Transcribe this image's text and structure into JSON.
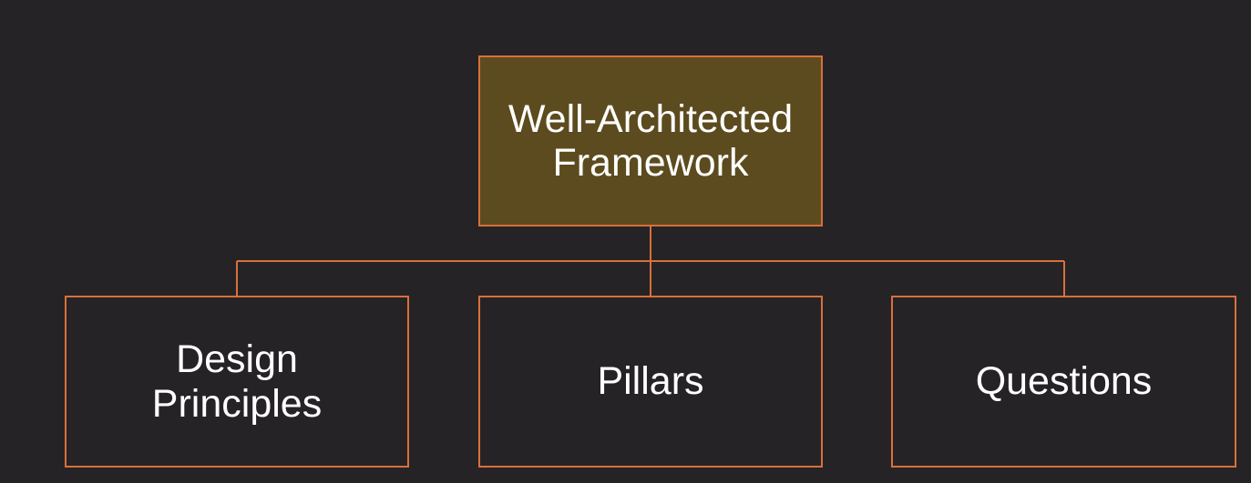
{
  "diagram": {
    "type": "hierarchy",
    "root": {
      "label": "Well-Architected\nFramework",
      "fill_color": "#5c4b1e"
    },
    "children": [
      {
        "label": "Design\nPrinciples"
      },
      {
        "label": "Pillars"
      },
      {
        "label": "Questions"
      }
    ],
    "colors": {
      "background": "#262326",
      "border": "#d9703a",
      "connector": "#d9703a",
      "text": "#ffffff"
    }
  }
}
